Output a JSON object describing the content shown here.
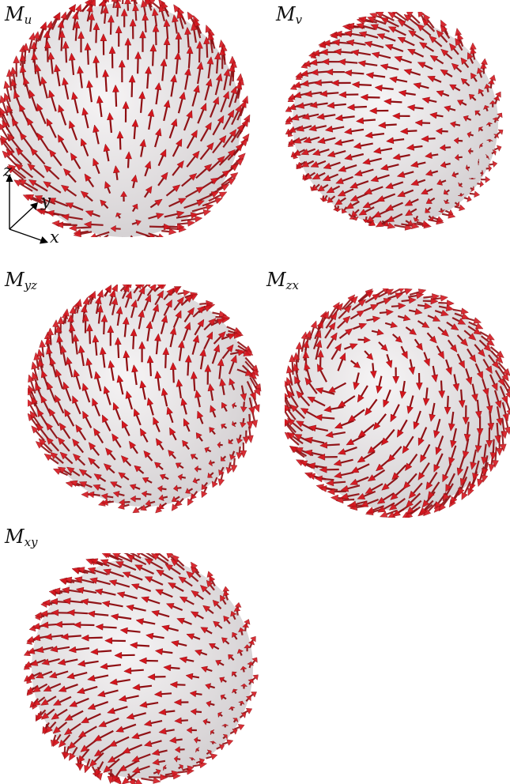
{
  "panels": [
    {
      "label": "M",
      "sub": "u",
      "pattern": "u"
    },
    {
      "label": "M",
      "sub": "v",
      "pattern": "v"
    },
    {
      "label": "M",
      "sub": "yz",
      "pattern": "yz"
    },
    {
      "label": "M",
      "sub": "zx",
      "pattern": "zx"
    },
    {
      "label": "M",
      "sub": "xy",
      "pattern": "xy"
    }
  ],
  "axes": {
    "z": "z",
    "y": "y",
    "x": "x"
  },
  "colors": {
    "arrow": "#d4151d",
    "arrow_dark": "#8e0e12",
    "sphere_light": "#f6f4f5",
    "sphere_dark": "#d3cfd1"
  }
}
